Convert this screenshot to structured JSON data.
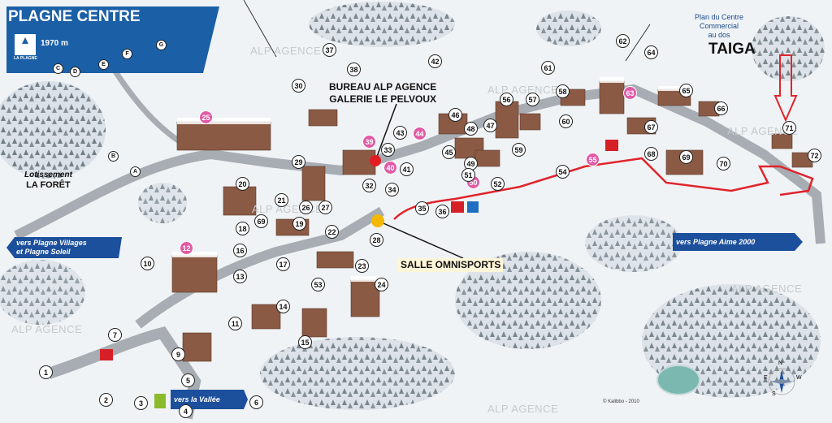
{
  "title": {
    "name": "PLAGNE CENTRE",
    "altitude": "1970 m",
    "logo_text": "LA PLAGNE"
  },
  "watermark": "ALP AGENCE",
  "plan_note": [
    "Plan du Centre Commercial",
    "au dos"
  ],
  "taiga_label": "TAIGA",
  "callouts": {
    "bureau": [
      "BUREAU ALP AGENCE",
      "GALERIE LE PELVOUX"
    ],
    "salle": "SALLE OMNISPORTS"
  },
  "lotissement": [
    "Lotissement",
    "LA FORÊT"
  ],
  "directions": {
    "villages": [
      "vers Plagne Villages",
      "et Plagne Soleil"
    ],
    "aime": "vers Plagne Aime 2000",
    "vallee": "vers la Vallée"
  },
  "copyright": "© Kalibbo - 2010",
  "colors": {
    "title_bg": "#1b5fa6",
    "pink_marker": "#e15aa6",
    "route": "#e0242c",
    "agency_dot": "#e31b23",
    "salle_dot": "#f5b800",
    "arrow_blue": "#1c4f9c"
  },
  "numbered_markers": [
    "1",
    "2",
    "3",
    "4",
    "5",
    "6",
    "7",
    "9",
    "10",
    "11",
    "12",
    "13",
    "14",
    "15",
    "16",
    "17",
    "18",
    "19",
    "20",
    "21",
    "22",
    "23",
    "24",
    "25",
    "26",
    "27",
    "28",
    "29",
    "30",
    "32",
    "33",
    "34",
    "35",
    "36",
    "37",
    "38",
    "39",
    "40",
    "41",
    "42",
    "43",
    "44",
    "45",
    "46",
    "47",
    "48",
    "49",
    "50",
    "51",
    "52",
    "53",
    "54",
    "55",
    "56",
    "57",
    "58",
    "59",
    "60",
    "61",
    "62",
    "63",
    "64",
    "65",
    "66",
    "67",
    "68",
    "69",
    "69",
    "70",
    "71",
    "72"
  ],
  "pink_markers": [
    "12",
    "25",
    "39",
    "40",
    "44",
    "50",
    "55",
    "63"
  ],
  "letter_markers": [
    "A",
    "B",
    "C",
    "D",
    "E",
    "F",
    "G"
  ],
  "compass": [
    "N",
    "S",
    "E",
    "W"
  ]
}
